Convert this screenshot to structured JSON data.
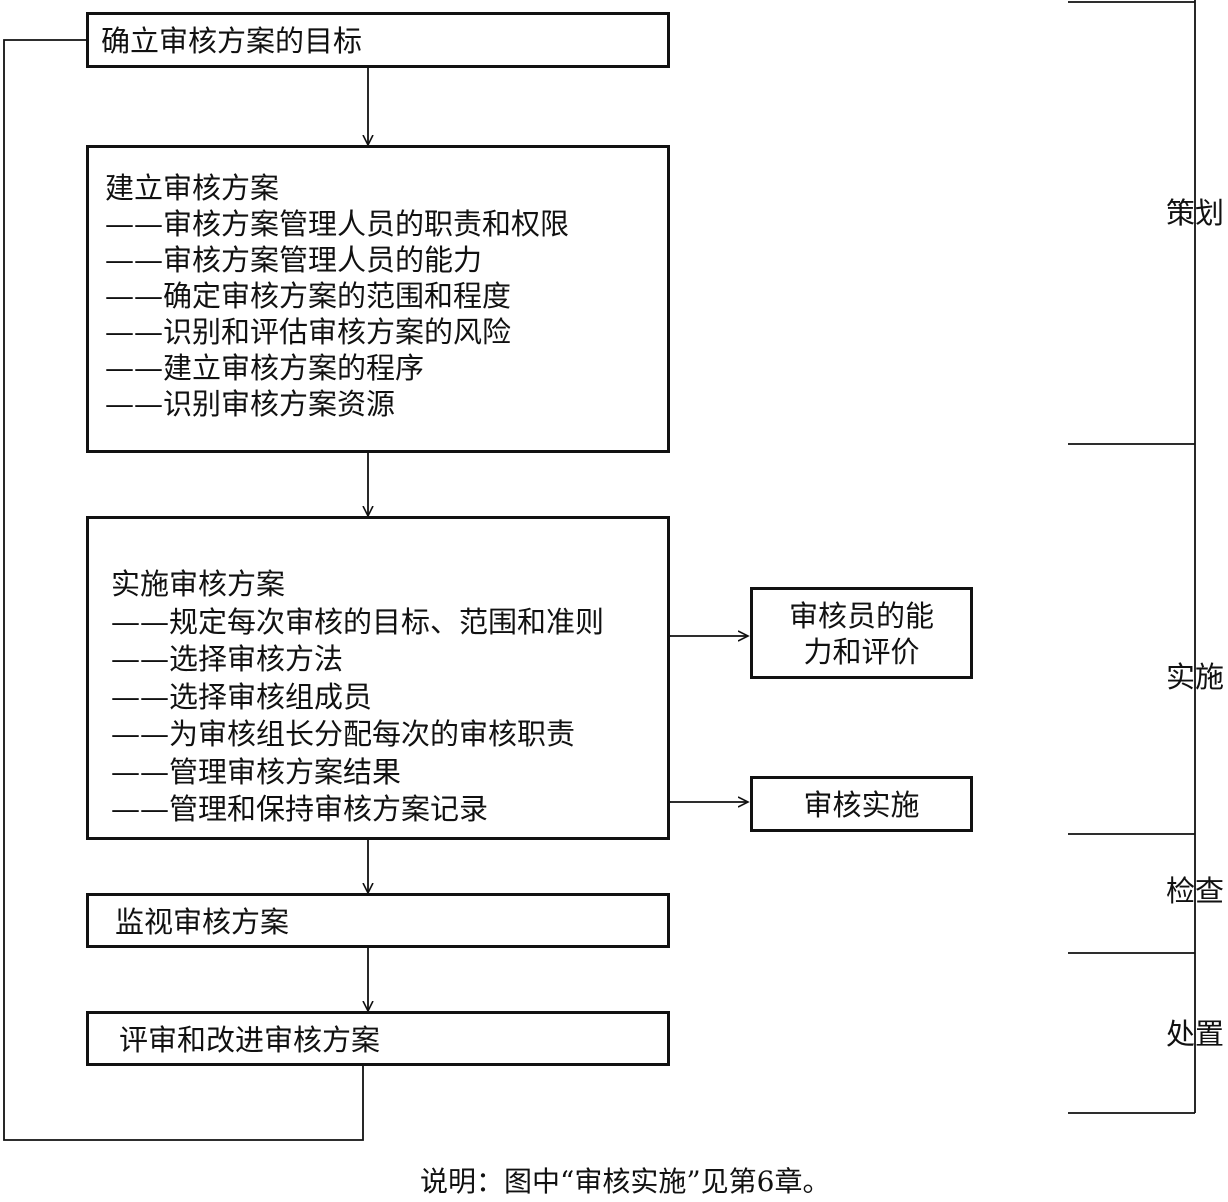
{
  "objectives": "确立审核方案的目标",
  "establish": {
    "title": "建立审核方案",
    "items": [
      "——审核方案管理人员的职责和权限",
      "——审核方案管理人员的能力",
      "——确定审核方案的范围和程度",
      "——识别和评估审核方案的风险",
      "——建立审核方案的程序",
      "——识别审核方案资源"
    ]
  },
  "implement": {
    "title": "实施审核方案",
    "items": [
      "——规定每次审核的目标、范围和准则",
      "——选择审核方法",
      "——选择审核组成员",
      "——为审核组长分配每次的审核职责",
      "——管理审核方案结果",
      "——管理和保持审核方案记录"
    ]
  },
  "auditor_competence": {
    "line1": "审核员的能",
    "line2": "力和评价"
  },
  "audit_performance": "审核实施",
  "monitor": "监视审核方案",
  "review": "评审和改进审核方案",
  "phases": [
    "策划",
    "实施",
    "检查",
    "处置"
  ],
  "note": "说明：图中“审核实施”见第6章。"
}
